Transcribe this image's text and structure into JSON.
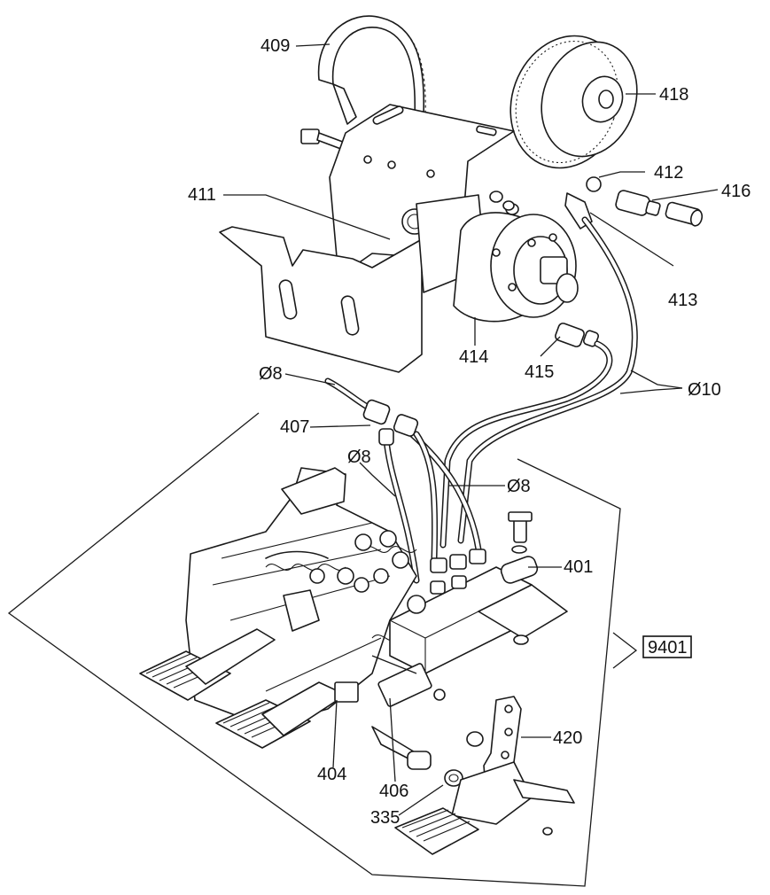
{
  "callouts": {
    "c409": "409",
    "c418": "418",
    "c411": "411",
    "c412": "412",
    "c416": "416",
    "c413": "413",
    "c414": "414",
    "c415": "415",
    "c_d8_top": "Ø8",
    "c_d10": "Ø10",
    "c407": "407",
    "c_d8_mid": "Ø8",
    "c_d8_right": "Ø8",
    "c401": "401",
    "c9401": "9401",
    "c420": "420",
    "c404": "404",
    "c406": "406",
    "c335": "335"
  }
}
